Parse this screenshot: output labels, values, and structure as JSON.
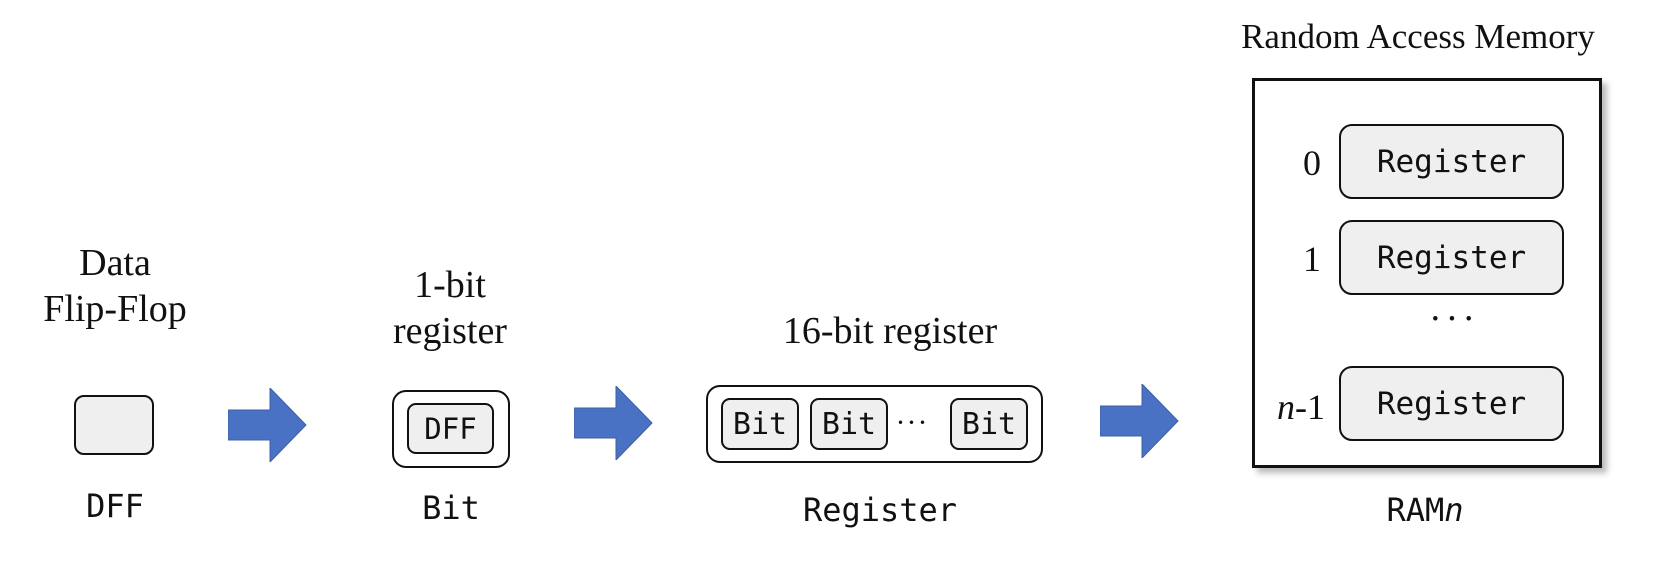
{
  "stages": [
    {
      "id": "dff",
      "title_lines": [
        "Data",
        "Flip-Flop"
      ],
      "label": "DFF"
    },
    {
      "id": "bit",
      "title_lines": [
        "1-bit",
        "register"
      ],
      "inner_chip": "DFF",
      "label": "Bit"
    },
    {
      "id": "register",
      "title": "16-bit register",
      "chips": [
        "Bit",
        "Bit",
        "Bit"
      ],
      "ellipsis": "···",
      "label": "Register"
    },
    {
      "id": "ram",
      "title": "Random Access Memory",
      "rows": [
        {
          "index": "0",
          "chip": "Register"
        },
        {
          "index": "1",
          "chip": "Register"
        },
        {
          "index_italic": "n",
          "index_suffix": "-1",
          "chip": "Register"
        }
      ],
      "ellipsis": "···",
      "label_prefix": "RAM",
      "label_italic": "n"
    }
  ],
  "colors": {
    "arrow": "#4a72c4",
    "chip_fill": "#efefef",
    "stroke": "#111111"
  },
  "icons": [
    "right-arrow-icon",
    "right-arrow-icon",
    "right-arrow-icon"
  ]
}
